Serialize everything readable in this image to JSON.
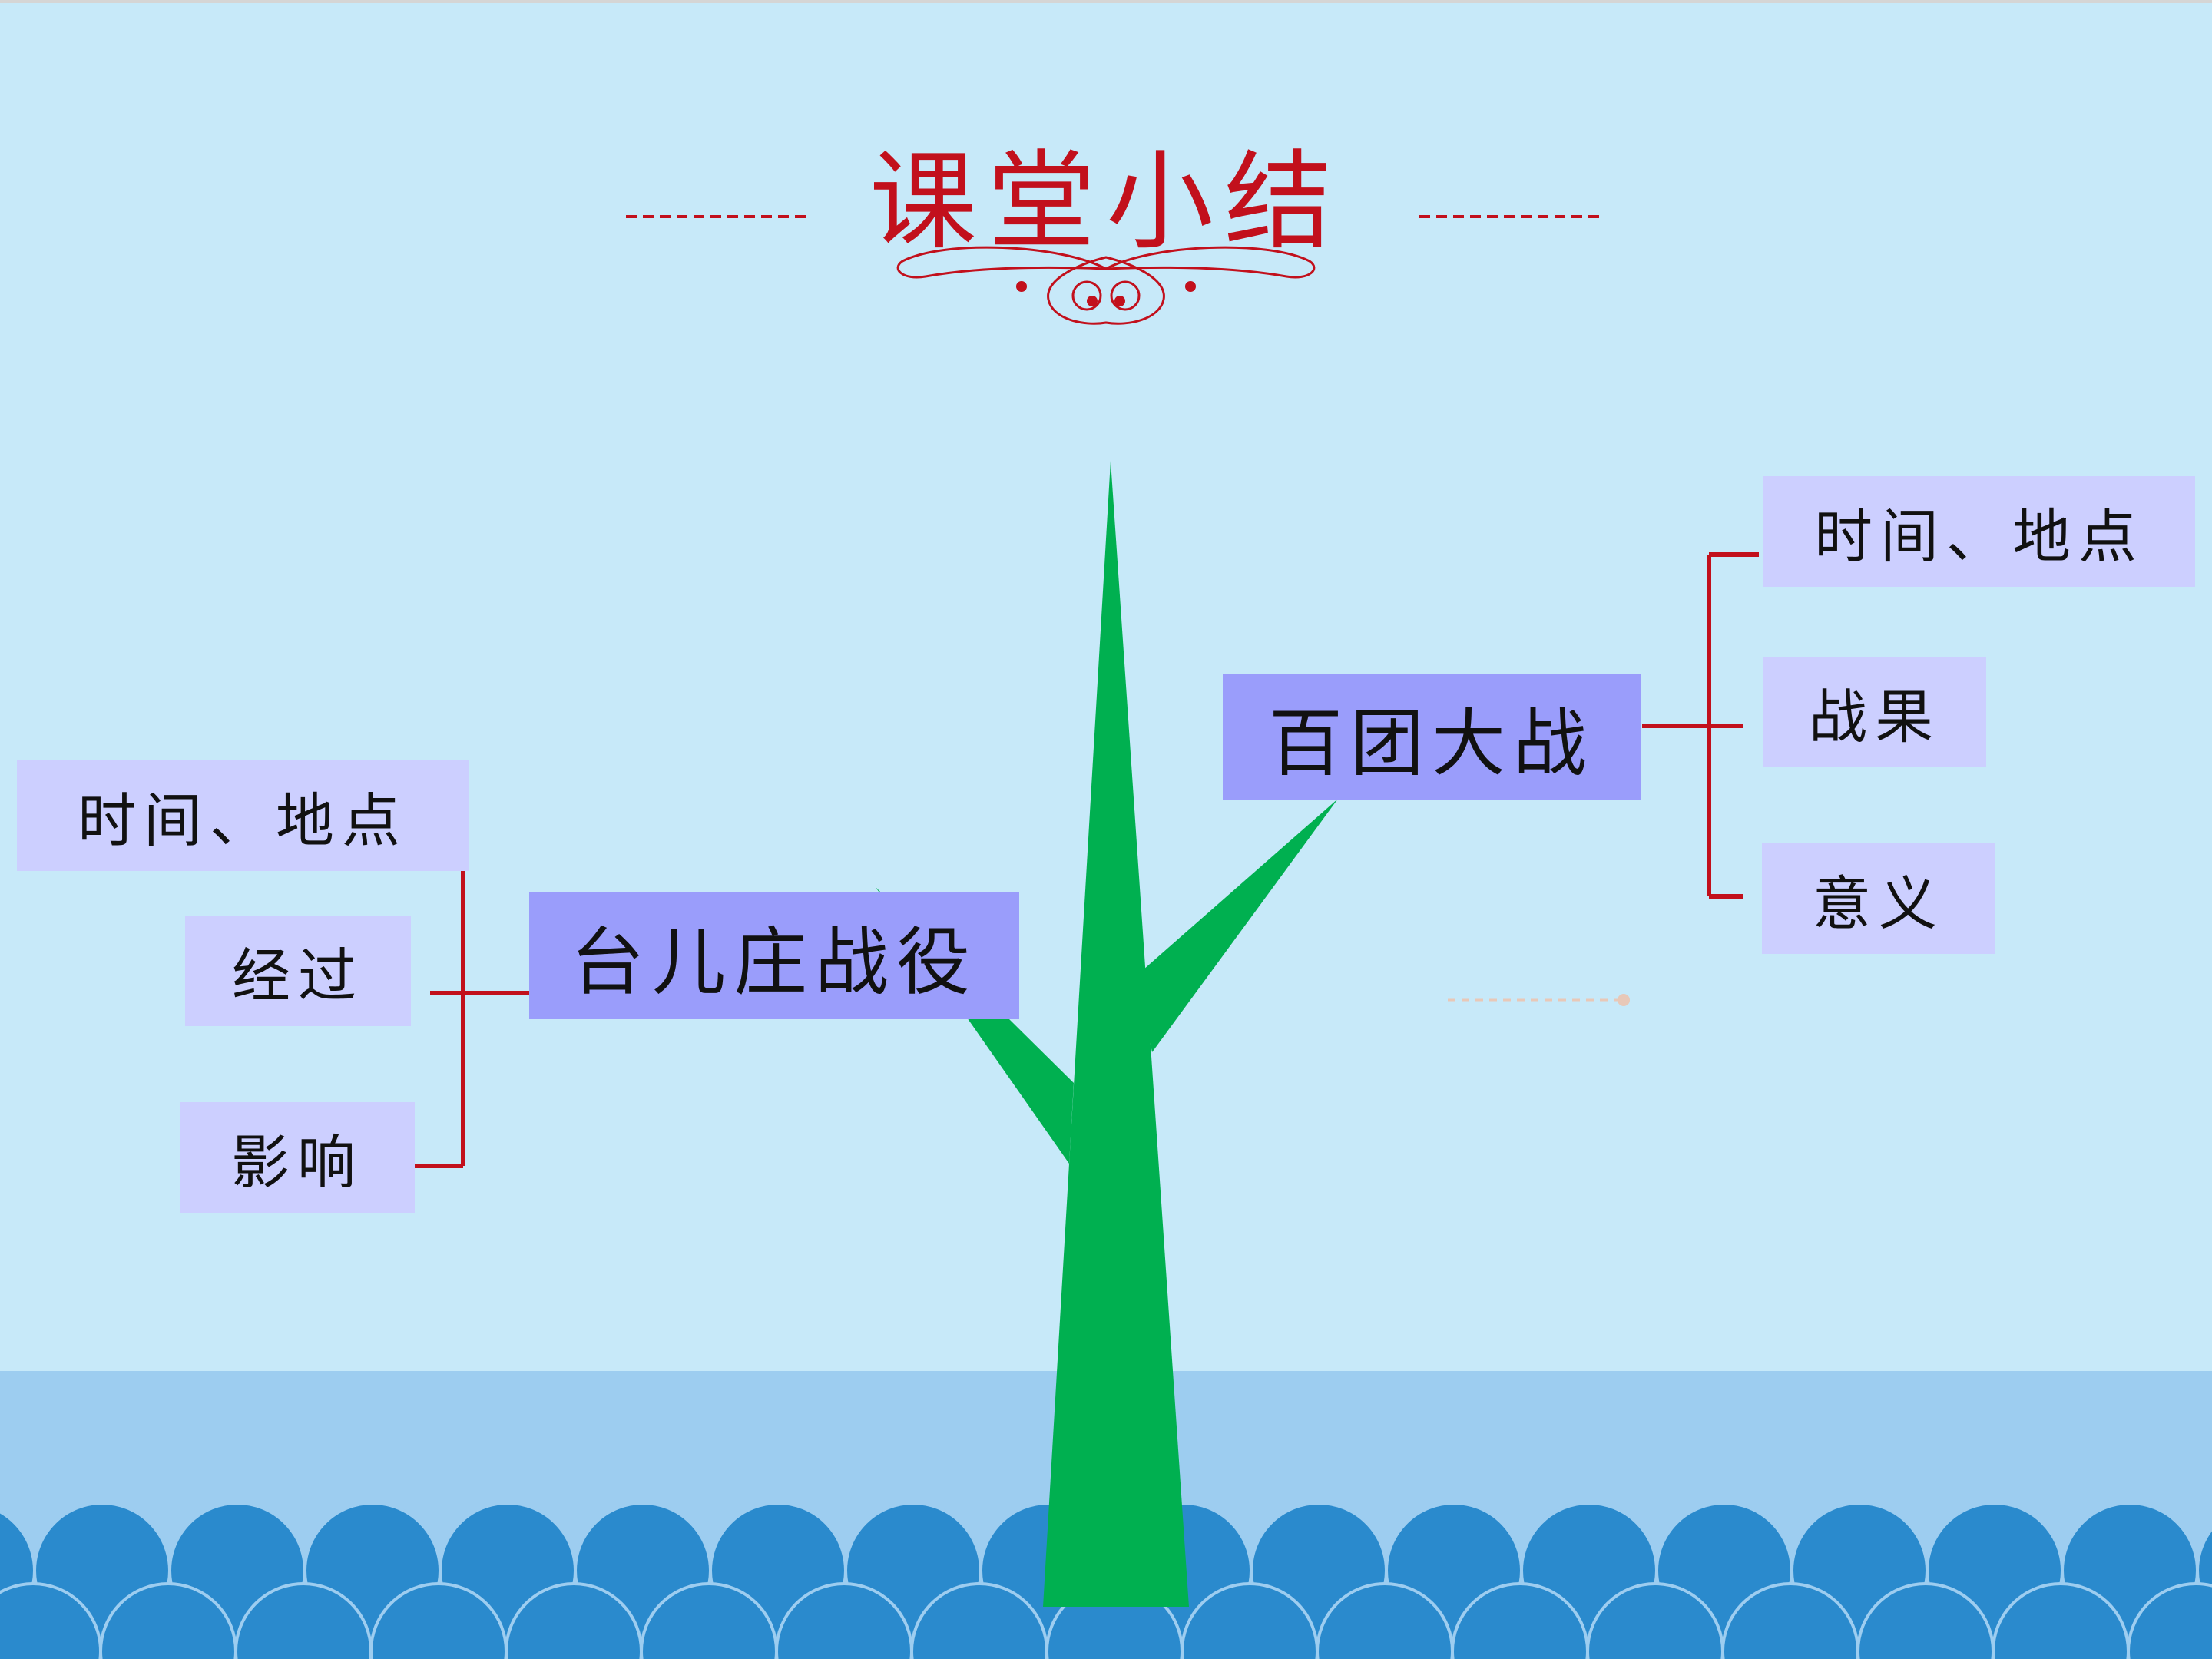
{
  "slide": {
    "title": "课堂小结"
  },
  "diagram": {
    "left_branch": {
      "hub_label": "台儿庄战役",
      "items": [
        "时间、地点",
        "经过",
        "影响"
      ]
    },
    "right_branch": {
      "hub_label": "百团大战",
      "items": [
        "时间、地点",
        "战果",
        "意义"
      ]
    }
  },
  "colors": {
    "background": "#c7e9f9",
    "title": "#c2101c",
    "connector": "#c2101c",
    "hub_fill": "#9a9dfb",
    "leaf_fill": "#cccfff",
    "tree": "#00b050",
    "waves": "#2a8acd",
    "ground": "#9dcdf0"
  }
}
